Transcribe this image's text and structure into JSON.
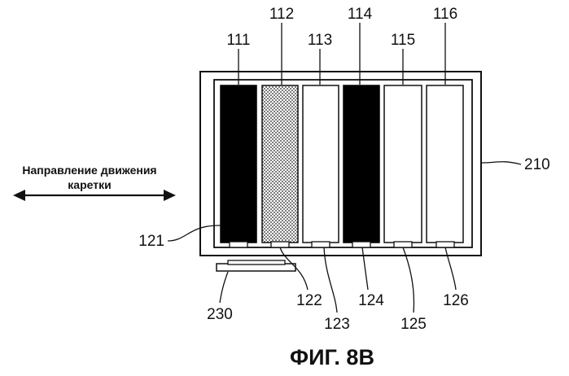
{
  "figure": {
    "caption": "ФИГ. 8В",
    "direction_label_line1": "Направление движения",
    "direction_label_line2": "каретки",
    "carriage_ref": "210",
    "cap_ref": "230",
    "cartridges": [
      {
        "top_ref": "111",
        "bottom_ref": "121",
        "fill": "black"
      },
      {
        "top_ref": "112",
        "bottom_ref": "122",
        "fill": "dotted"
      },
      {
        "top_ref": "113",
        "bottom_ref": "123",
        "fill": "white"
      },
      {
        "top_ref": "114",
        "bottom_ref": "124",
        "fill": "black"
      },
      {
        "top_ref": "115",
        "bottom_ref": "125",
        "fill": "white"
      },
      {
        "top_ref": "116",
        "bottom_ref": "126",
        "fill": "white"
      }
    ]
  }
}
